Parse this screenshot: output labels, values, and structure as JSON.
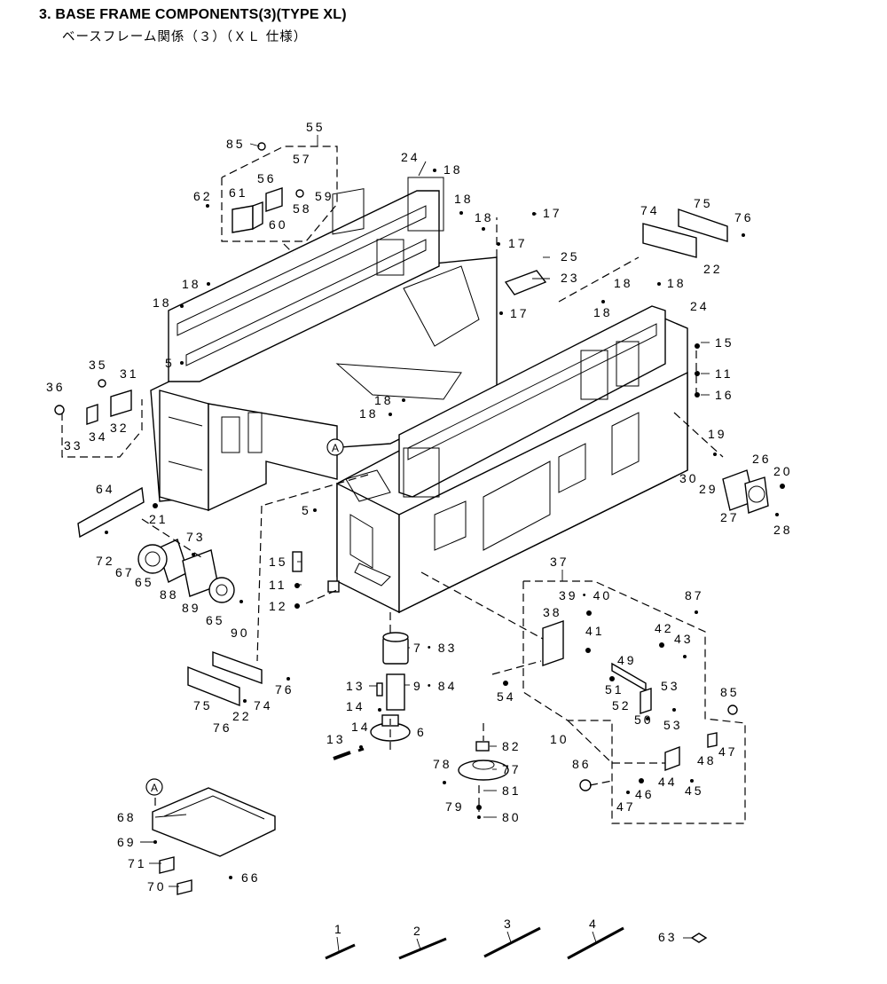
{
  "header": {
    "title": "3.  BASE FRAME COMPONENTS(3)(TYPE XL)",
    "subtitle": "ベースフレーム関係（３）（ＸＬ 仕様）"
  },
  "detail_marker": "A",
  "labels": {
    "p1": "1",
    "p2": "2",
    "p3": "3",
    "p4": "4",
    "p5a": "5",
    "p5b": "5",
    "p6": "6",
    "p783": "7・83",
    "p984": "9・84",
    "p10": "10",
    "p11a": "11",
    "p11b": "11",
    "p12": "12",
    "p13a": "13",
    "p13b": "13",
    "p14a": "14",
    "p14b": "14",
    "p15a": "15",
    "p15b": "15",
    "p16": "16",
    "p17a": "17",
    "p17b": "17",
    "p17c": "17",
    "p18a": "18",
    "p18b": "18",
    "p18c": "18",
    "p18d": "18",
    "p18e": "18",
    "p18f": "18",
    "p18g": "18",
    "p18h": "18",
    "p19": "19",
    "p20": "20",
    "p21": "21",
    "p22a": "22",
    "p22b": "22",
    "p23": "23",
    "p24a": "24",
    "p24b": "24",
    "p25": "25",
    "p26": "26",
    "p27": "27",
    "p28": "28",
    "p29": "29",
    "p30": "30",
    "p31": "31",
    "p32": "32",
    "p33": "33",
    "p34": "34",
    "p35": "35",
    "p36": "36",
    "p37": "37",
    "p38": "38",
    "p3940": "39・40",
    "p41": "41",
    "p42": "42",
    "p43": "43",
    "p44": "44",
    "p45": "45",
    "p46": "46",
    "p47a": "47",
    "p47b": "47",
    "p48": "48",
    "p49": "49",
    "p50": "50",
    "p51": "51",
    "p52": "52",
    "p53a": "53",
    "p53b": "53",
    "p54": "54",
    "p55": "55",
    "p56": "56",
    "p57": "57",
    "p58": "58",
    "p59": "59",
    "p60": "60",
    "p61": "61",
    "p62": "62",
    "p63": "63",
    "p64": "64",
    "p65a": "65",
    "p65b": "65",
    "p66": "66",
    "p67": "67",
    "p68": "68",
    "p69": "69",
    "p70": "70",
    "p71": "71",
    "p72": "72",
    "p73": "73",
    "p74a": "74",
    "p74b": "74",
    "p75a": "75",
    "p75b": "75",
    "p76a": "76",
    "p76b": "76",
    "p76c": "76",
    "p77": "77",
    "p78": "78",
    "p79": "79",
    "p80": "80",
    "p81": "81",
    "p82": "82",
    "p85a": "85",
    "p85b": "85",
    "p86": "86",
    "p87": "87",
    "p88": "88",
    "p89": "89",
    "p90": "90"
  }
}
